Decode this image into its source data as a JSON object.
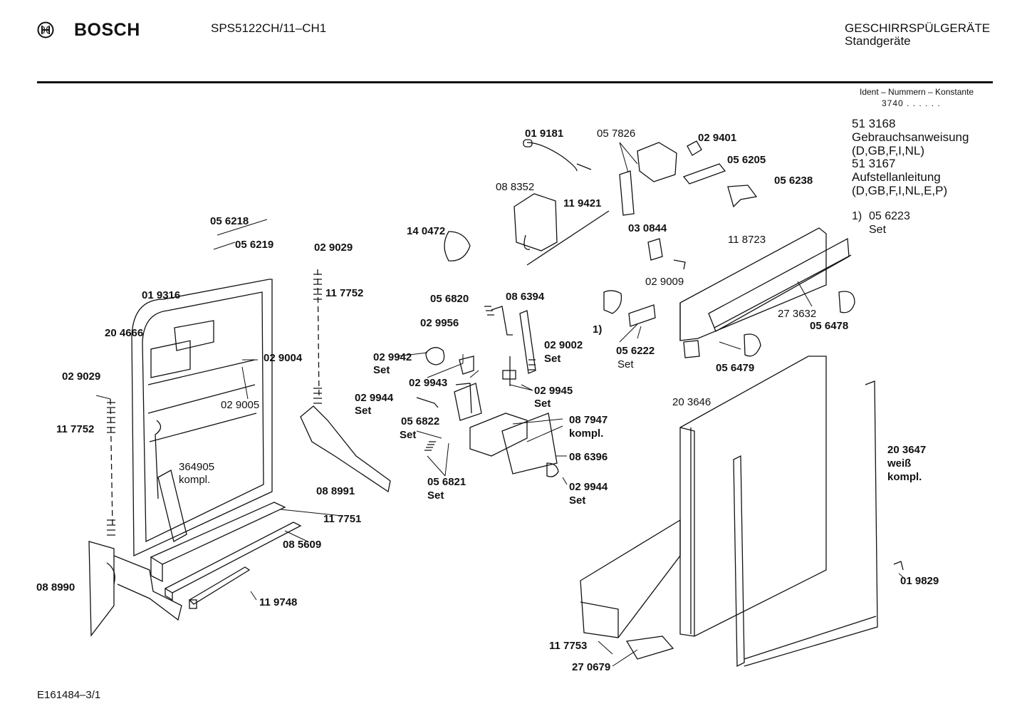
{
  "header": {
    "brand": "BOSCH",
    "model": "SPS5122CH/11–CH1",
    "category": "GESCHIRRSPÜLGERÄTE",
    "subcategory": "Standgeräte"
  },
  "ident": {
    "title": "Ident – Nummern – Konstante",
    "code": "3740 . . . . . ."
  },
  "documents": [
    {
      "number": "51 3168",
      "name": "Gebrauchsanweisung",
      "languages": "(D,GB,F,I,NL)"
    },
    {
      "number": "51 3167",
      "name": "Aufstellanleitung",
      "languages": "(D,GB,F,I,NL,E,P)"
    }
  ],
  "footnote": {
    "marker": "1)",
    "number": "05 6223",
    "note": "Set"
  },
  "parts": {
    "p019181": "01 9181",
    "p057826": "05 7826",
    "p029401": "02 9401",
    "p056205": "05 6205",
    "p056238": "05 6238",
    "p088352": "08 8352",
    "p119421": "11 9421",
    "p056218": "05 6218",
    "p056219": "05 6219",
    "p140472": "14 0472",
    "p030844": "03 0844",
    "p118723": "11 8723",
    "p029029a": "02 9029",
    "p117752a": "11 7752",
    "p019316": "01 9316",
    "p029009": "02 9009",
    "p056820": "05 6820",
    "p086394": "08 6394",
    "p1": "1)",
    "p273632": "27 3632",
    "p056478": "05 6478",
    "p204666": "20 4666",
    "p029956": "02 9956",
    "p029942": "02 9942",
    "set1": "Set",
    "p029002": "02 9002",
    "set2": "Set",
    "p056222": "05 6222",
    "set3": "Set",
    "p056479": "05 6479",
    "p029004": "02 9004",
    "p029029b": "02 9029",
    "p029943": "02 9943",
    "p029945": "02 9945",
    "set4": "Set",
    "p029944a": "02 9944",
    "set5": "Set",
    "p203646": "20 3646",
    "p029005": "02 9005",
    "p117752b": "11 7752",
    "p056822": "05 6822",
    "set6": "Set",
    "p087947": "08 7947",
    "kompl1": "kompl.",
    "p086396": "08 6396",
    "p203647": "20 3647",
    "weiss": "weiß",
    "kompl2": "kompl.",
    "p364905": "364905",
    "kompl3": "kompl.",
    "p056821": "05 6821",
    "set7": "Set",
    "p029944b": "02 9944",
    "set8": "Set",
    "p088991": "08 8991",
    "p117751": "11 7751",
    "p085609": "08 5609",
    "p019829": "01 9829",
    "p088990": "08 8990",
    "p119748": "11 9748",
    "p117753": "11 7753",
    "p270679": "27 0679"
  },
  "footer": {
    "code": "E161484–3/1"
  },
  "icons": {
    "brand_logo": "bosch-armature-logo-icon"
  }
}
